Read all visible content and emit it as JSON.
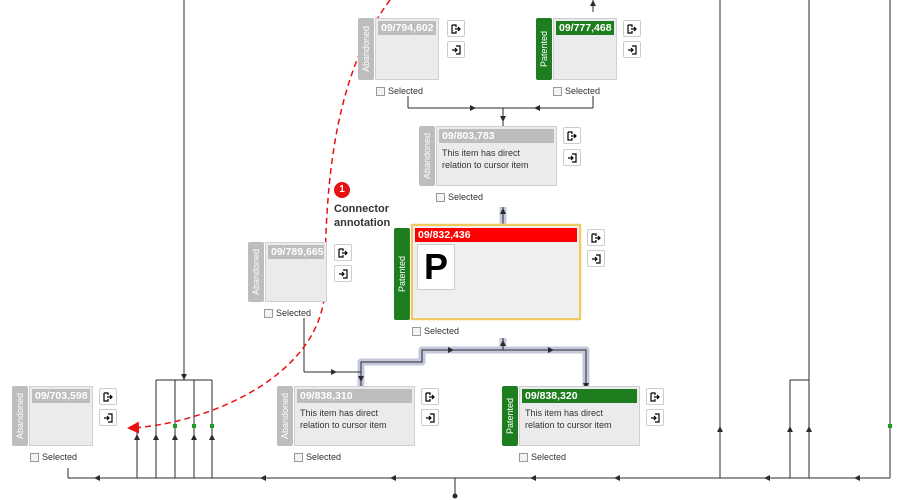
{
  "colors": {
    "abandoned": "#bdbdbd",
    "patented": "#1e7d1e",
    "focus_header": "#ff0000",
    "header_gray": "#bdbdbd",
    "highlight_path": "#c3c8dc",
    "connector": "#2b2b2b",
    "annotation": "#e81010"
  },
  "icons": {
    "out": "box-arrow-out-icon",
    "in": "box-arrow-in-icon"
  },
  "selected_label": "Selected",
  "nodes": [
    {
      "id": "n794602",
      "number": "09/794,602",
      "status": "Abandoned",
      "desc": "",
      "status_color": "abandoned",
      "header_color": "header_gray"
    },
    {
      "id": "n777468",
      "number": "09/777,468",
      "status": "Patented",
      "desc": "",
      "status_color": "patented",
      "header_color": "patented"
    },
    {
      "id": "n803783",
      "number": "09/803,783",
      "status": "Abandoned",
      "desc": "This item has direct relation to cursor item",
      "status_color": "abandoned",
      "header_color": "header_gray"
    },
    {
      "id": "n789665",
      "number": "09/789,665",
      "status": "Abandoned",
      "desc": "",
      "status_color": "abandoned",
      "header_color": "header_gray"
    },
    {
      "id": "n832436",
      "number": "09/832,436",
      "status": "Patented",
      "desc": "",
      "status_color": "patented",
      "header_color": "focus_header",
      "letter": "P",
      "focus": true
    },
    {
      "id": "n703598",
      "number": "09/703,598",
      "status": "Abandoned",
      "desc": "",
      "status_color": "abandoned",
      "header_color": "header_gray"
    },
    {
      "id": "n838310",
      "number": "09/838,310",
      "status": "Abandoned",
      "desc": "This item has direct relation to cursor item",
      "status_color": "abandoned",
      "header_color": "header_gray"
    },
    {
      "id": "n838320",
      "number": "09/838,320",
      "status": "Patented",
      "desc": "This item has direct relation to cursor item",
      "status_color": "patented",
      "header_color": "patented"
    }
  ],
  "annotation": {
    "number": "1",
    "text": "Connector annotation"
  }
}
